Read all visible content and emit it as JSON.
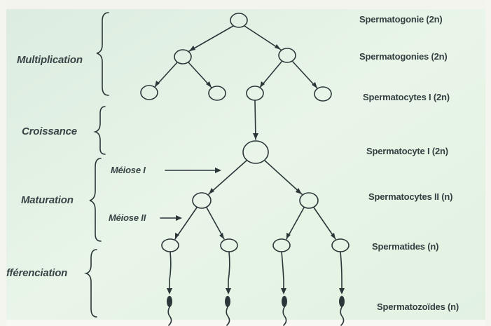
{
  "diagram": {
    "phases": {
      "multiplication": "Multiplication",
      "croissance": "Croissance",
      "maturation": "Maturation",
      "differenciation": "fférenciation"
    },
    "stages": {
      "spermatogonie": "Spermatogonie (2n)",
      "spermatogonies": "Spermatogonies (2n)",
      "spermatocytes1": "Spermatocytes I (2n)",
      "spermatocyte1": "Spermatocyte I (2n)",
      "spermatocytes2": "Spermatocytes II (n)",
      "spermatides": "Spermatides (n)",
      "spermatozoides": "Spermatozoïdes (n)"
    },
    "divisions": {
      "meiose1": "Méiose I",
      "meiose2": "Méiose II"
    }
  },
  "colors": {
    "screen": "#e6f4e7",
    "stroke": "#2c3538",
    "text": "#3a4447"
  }
}
